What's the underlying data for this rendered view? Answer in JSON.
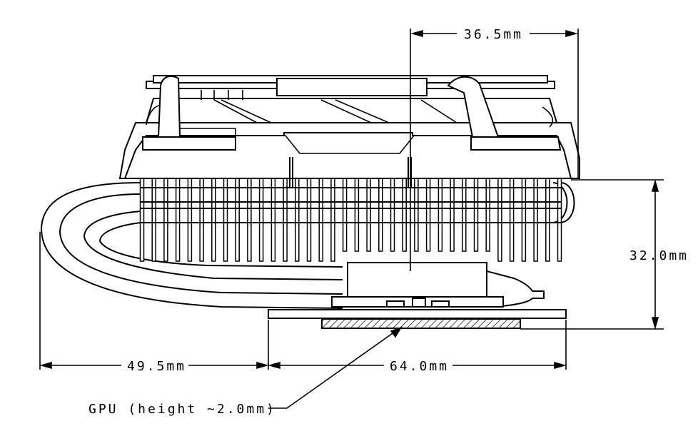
{
  "dimensions": {
    "top_width": "36.5mm",
    "right_height": "32.0mm",
    "left_width": "49.5mm",
    "base_width": "64.0mm"
  },
  "callout": {
    "gpu": "GPU (height ~2.0mm)"
  }
}
